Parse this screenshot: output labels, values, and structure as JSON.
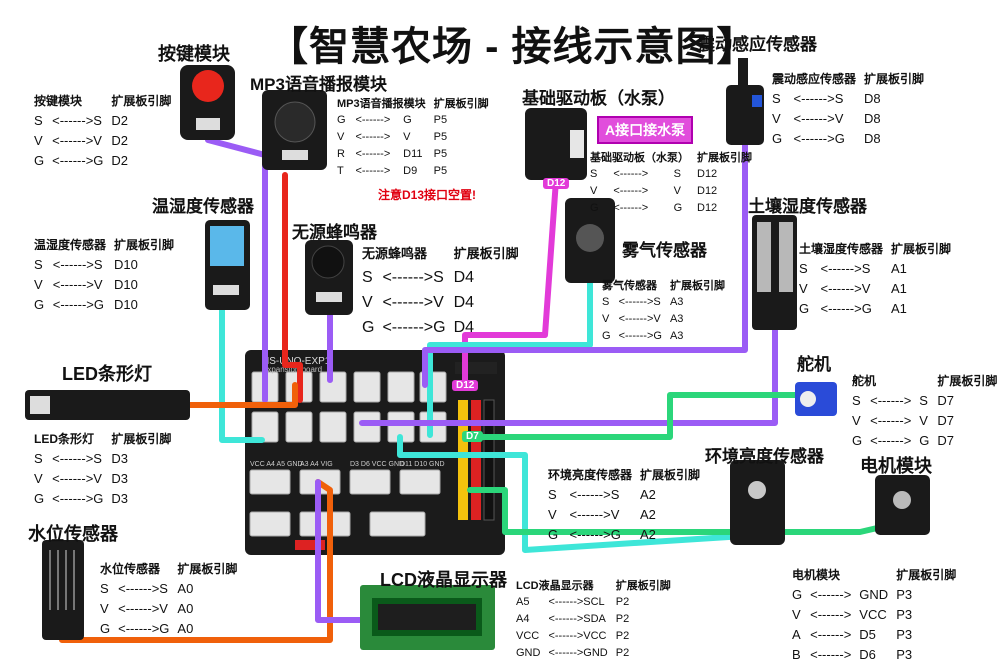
{
  "title": "【智慧农场 - 接线示意图】",
  "board": {
    "brand": "HS-UNO-EXP1",
    "subtitle": "Expansion board",
    "row_labels": [
      "VCC A4 A5 GND",
      "A3 A4 VIG",
      "D3 D6 VCC GND",
      "D11 D10 GND"
    ],
    "tag_d12": "D12",
    "tag_d7": "D7"
  },
  "modules": {
    "button": {
      "label": "按键模块",
      "header": [
        "按键模块",
        "扩展板引脚"
      ],
      "rows": [
        [
          "S",
          "<------>S",
          "D2"
        ],
        [
          "V",
          "<------>V",
          "D2"
        ],
        [
          "G",
          "<------>G",
          "D2"
        ]
      ]
    },
    "mp3": {
      "label": "MP3语音播报模块",
      "header": [
        "MP3语音播报模块",
        "扩展板引脚"
      ],
      "rows": [
        [
          "G",
          "<------>",
          "G",
          "P5"
        ],
        [
          "V",
          "<------>",
          "V",
          "P5"
        ],
        [
          "R",
          "<------>",
          "D11",
          "P5"
        ],
        [
          "T",
          "<------>",
          "D9",
          "P5"
        ]
      ],
      "warning": "注意D13接口空置!"
    },
    "pump": {
      "label": "基础驱动板（水泵）",
      "aport": "A接口接水泵",
      "tag": "D12",
      "header": [
        "基础驱动板（水泵）",
        "扩展板引脚"
      ],
      "rows": [
        [
          "S",
          "<------>",
          "S",
          "D12"
        ],
        [
          "V",
          "<------>",
          "V",
          "D12"
        ],
        [
          "G",
          "<------>",
          "G",
          "D12"
        ]
      ]
    },
    "vibration": {
      "label": "震动感应传感器",
      "header": [
        "震动感应传感器",
        "扩展板引脚"
      ],
      "rows": [
        [
          "S",
          "<------>S",
          "D8"
        ],
        [
          "V",
          "<------>V",
          "D8"
        ],
        [
          "G",
          "<------>G",
          "D8"
        ]
      ]
    },
    "dht": {
      "label": "温湿度传感器",
      "header": [
        "温湿度传感器",
        "扩展板引脚"
      ],
      "rows": [
        [
          "S",
          "<------>S",
          "D10"
        ],
        [
          "V",
          "<------>V",
          "D10"
        ],
        [
          "G",
          "<------>G",
          "D10"
        ]
      ]
    },
    "buzzer": {
      "label": "无源蜂鸣器",
      "header": [
        "无源蜂鸣器",
        "扩展板引脚"
      ],
      "rows": [
        [
          "S",
          "<------>S",
          "D4"
        ],
        [
          "V",
          "<------>V",
          "D4"
        ],
        [
          "G",
          "<------>G",
          "D4"
        ]
      ]
    },
    "gas": {
      "label": "雾气传感器",
      "header": [
        "雾气传感器",
        "扩展板引脚"
      ],
      "rows": [
        [
          "S",
          "<------>S",
          "A3"
        ],
        [
          "V",
          "<------>V",
          "A3"
        ],
        [
          "G",
          "<------>G",
          "A3"
        ]
      ]
    },
    "soil": {
      "label": "土壤湿度传感器",
      "header": [
        "土壤湿度传感器",
        "扩展板引脚"
      ],
      "rows": [
        [
          "S",
          "<------>S",
          "A1"
        ],
        [
          "V",
          "<------>V",
          "A1"
        ],
        [
          "G",
          "<------>G",
          "A1"
        ]
      ]
    },
    "led": {
      "label": "LED条形灯",
      "header": [
        "LED条形灯",
        "扩展板引脚"
      ],
      "rows": [
        [
          "S",
          "<------>S",
          "D3"
        ],
        [
          "V",
          "<------>V",
          "D3"
        ],
        [
          "G",
          "<------>G",
          "D3"
        ]
      ]
    },
    "servo": {
      "label": "舵机",
      "header": [
        "舵机",
        "扩展板引脚"
      ],
      "rows": [
        [
          "S",
          "<------>",
          "S",
          "D7"
        ],
        [
          "V",
          "<------>",
          "V",
          "D7"
        ],
        [
          "G",
          "<------>",
          "G",
          "D7"
        ]
      ]
    },
    "light": {
      "label": "环境亮度传感器",
      "header": [
        "环境亮度传感器",
        "扩展板引脚"
      ],
      "rows": [
        [
          "S",
          "<------>S",
          "A2"
        ],
        [
          "V",
          "<------>V",
          "A2"
        ],
        [
          "G",
          "<------>G",
          "A2"
        ]
      ]
    },
    "motor": {
      "label": "电机模块",
      "header": [
        "电机模块",
        "扩展板引脚"
      ],
      "rows": [
        [
          "G",
          "<------>",
          "GND",
          "P3"
        ],
        [
          "V",
          "<------>",
          "VCC",
          "P3"
        ],
        [
          "A",
          "<------>",
          "D5",
          "P3"
        ],
        [
          "B",
          "<------>",
          "D6",
          "P3"
        ]
      ]
    },
    "water": {
      "label": "水位传感器",
      "header": [
        "水位传感器",
        "扩展板引脚"
      ],
      "rows": [
        [
          "S",
          "<------>S",
          "A0"
        ],
        [
          "V",
          "<------>V",
          "A0"
        ],
        [
          "G",
          "<------>G",
          "A0"
        ]
      ]
    },
    "lcd": {
      "label": "LCD液晶显示器",
      "header": [
        "LCD液晶显示器",
        "扩展板引脚"
      ],
      "rows": [
        [
          "A5",
          "<------>SCL",
          "P2"
        ],
        [
          "A4",
          "<------>SDA",
          "P2"
        ],
        [
          "VCC",
          "<------>VCC",
          "P2"
        ],
        [
          "GND",
          "<------>GND",
          "P2"
        ]
      ]
    }
  },
  "colors": {
    "purple": "#9b5cf5",
    "red": "#e8261c",
    "orange": "#f0600a",
    "cyan": "#3ee6d8",
    "magenta": "#e23ad8",
    "green": "#2bd67a",
    "board": "#1b1b1b",
    "module_pcb": "#1a1a1a"
  }
}
